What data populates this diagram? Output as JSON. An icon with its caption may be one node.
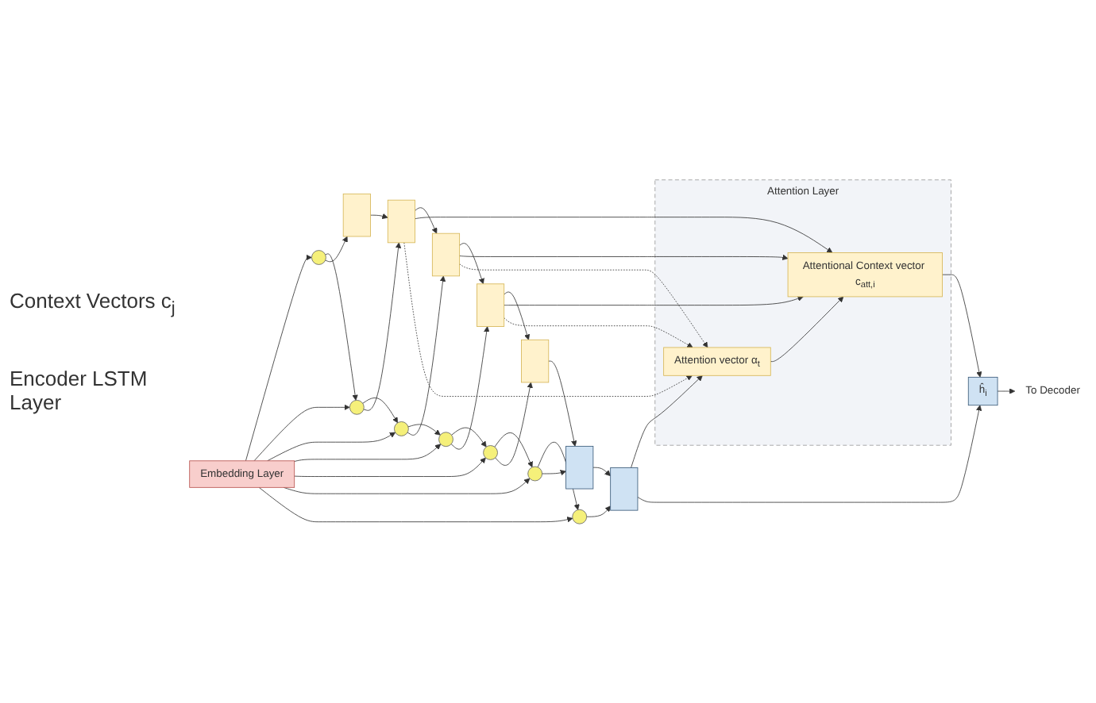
{
  "diagram": {
    "nodes": [
      {
        "text": [
          "To Decoder"
        ]
      },
      {
        "text": [
          "ĥ$_{i}$"
        ]
      },
      {
        "text": [
          "Attention Layer"
        ]
      },
      {
        "text": [
          "Attentional Context vector c$_{att,i}$"
        ],
        "in": 2
      },
      {
        "text": [
          "Attention vector α$_{t}$"
        ],
        "in": 2
      },
      {
        "text": [],
        "shape": "box"
      },
      {
        "text": [],
        "shape": "box"
      },
      {
        "text": [],
        "shape": "box"
      },
      {
        "text": [],
        "shape": "box"
      },
      {
        "text": [],
        "shape": "box"
      },
      {
        "text": [],
        "shape": "box"
      },
      {
        "text": [],
        "shape": "box"
      },
      {
        "text": [],
        "shape": "circle"
      },
      {
        "text": [],
        "shape": "circle"
      },
      {
        "text": [],
        "shape": "circle"
      },
      {
        "text": [],
        "shape": "circle"
      },
      {
        "text": [],
        "shape": "circle"
      },
      {
        "text": [],
        "shape": "circle"
      },
      {
        "text": [],
        "shape": "circle"
      },
      {
        "text": [
          "Embedding Layer"
        ]
      }
    ],
    "edges": [
      {
        "from": 19,
        "to": 12,
        "arrow": "to"
      },
      {
        "from": 19,
        "to": 13,
        "arrow": "to"
      },
      {
        "from": 19,
        "to": 14,
        "arrow": "to"
      },
      {
        "from": 19,
        "to": 15,
        "arrow": "to"
      },
      {
        "from": 19,
        "to": 16,
        "arrow": "to"
      },
      {
        "from": 19,
        "to": 17,
        "arrow": "to"
      },
      {
        "from": 19,
        "to": 18,
        "arrow": "to"
      },
      {
        "from": 12,
        "to": 13,
        "arrow": "to"
      },
      {
        "from": 13,
        "to": 14,
        "arrow": "to"
      },
      {
        "from": 14,
        "to": 15,
        "arrow": "to"
      },
      {
        "from": 15,
        "to": 16,
        "arrow": "to"
      },
      {
        "from": 16,
        "to": 17,
        "arrow": "to"
      },
      {
        "from": 17,
        "to": 18,
        "arrow": "to"
      },
      {
        "from": 12,
        "to": 5,
        "arrow": "to"
      },
      {
        "from": 13,
        "to": 6,
        "arrow": "to"
      },
      {
        "from": 14,
        "to": 7,
        "arrow": "to"
      },
      {
        "from": 15,
        "to": 8,
        "arrow": "to"
      },
      {
        "from": 16,
        "to": 9,
        "arrow": "to"
      },
      {
        "from": 17,
        "to": 10,
        "arrow": "to"
      },
      {
        "from": 18,
        "to": 11,
        "arrow": "to"
      },
      {
        "from": 5,
        "to": 6,
        "arrow": "to"
      },
      {
        "from": 6,
        "to": 7,
        "arrow": "to"
      },
      {
        "from": 7,
        "to": 8,
        "arrow": "to"
      },
      {
        "from": 8,
        "to": 9,
        "arrow": "to"
      },
      {
        "from": 9,
        "to": 10,
        "arrow": "to"
      },
      {
        "from": 10,
        "to": 11,
        "arrow": "to"
      },
      {
        "from": 6,
        "to": 3,
        "arrow": "to"
      },
      {
        "from": 7,
        "to": 3,
        "arrow": "to"
      },
      {
        "from": 8,
        "to": 3,
        "arrow": "to"
      },
      {
        "from": 6,
        "to": 4,
        "arrow": "to",
        "style": "dashed"
      },
      {
        "from": 7,
        "to": 4,
        "arrow": "to",
        "style": "dashed"
      },
      {
        "from": 8,
        "to": 4,
        "arrow": "to",
        "style": "dashed"
      },
      {
        "from": 11,
        "to": 4,
        "arrow": "to"
      },
      {
        "from": 4,
        "to": 3,
        "arrow": "to"
      },
      {
        "from": 3,
        "to": 1,
        "arrow": "to"
      },
      {
        "from": 11,
        "to": 1,
        "arrow": "to"
      },
      {
        "from": 1,
        "to": 0,
        "arrow": "to"
      }
    ],
    "labels": [
      "Context Vectors c$_{j}$",
      "Encoder LSTM Layer"
    ]
  }
}
